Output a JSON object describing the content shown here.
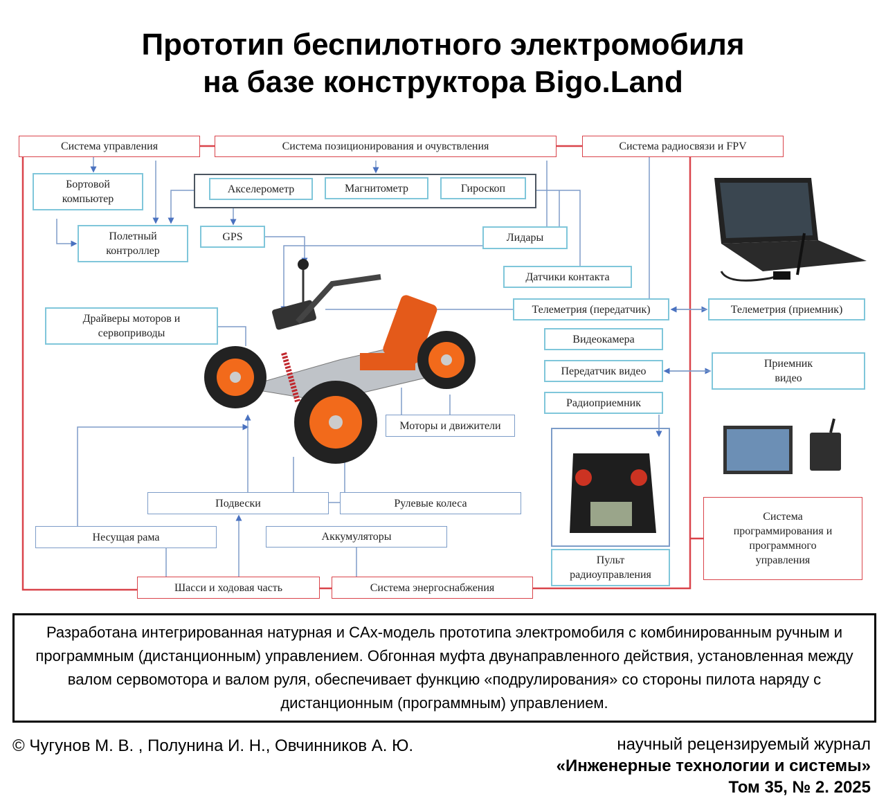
{
  "title": {
    "line1": "Прототип беспилотного электромобиля",
    "line2": "на базе конструктора Bigo.Land"
  },
  "diagram": {
    "control_system": "Система управления",
    "positioning_system": "Система позиционирования и очувствления",
    "radio_system": "Система радиосвязи и  FPV",
    "onboard_computer": "Бортовой компьютер",
    "accelerometer": "Акселерометр",
    "magnetometer": "Магнитометр",
    "gyroscope": "Гироскоп",
    "flight_controller": "Полетный контроллер",
    "gps": "GPS",
    "lidars": "Лидары",
    "contact_sensors": "Датчики контакта",
    "telemetry_tx": "Телеметрия (передатчик)",
    "telemetry_rx": "Телеметрия (приемник)",
    "motor_drivers": "Драйверы моторов и сервоприводы",
    "video_camera": "Видеокамера",
    "video_tx": "Передатчик видео",
    "video_rx": "Приемник видео",
    "radio_receiver": "Радиоприемник",
    "motors": "Моторы и движители",
    "remote_control": "Пульт радиоуправления",
    "programming_system": "Система программирования и программного управления",
    "suspensions": "Подвески",
    "steering_wheels": "Рулевые колеса",
    "frame": "Несущая рама",
    "batteries": "Аккумуляторы",
    "chassis": "Шасси и ходовая часть",
    "power_system": "Система энергоснабжения"
  },
  "abstract": "Разработана интегрированная натурная и CAx-модель прототипа электромобиля с комбинированным ручным и программным (дистанционным) управлением. Обгонная муфта двунаправленного действия, установленная между валом сервомотора и валом руля, обеспечивает функцию «подрулирования» со стороны пилота наряду с дистанционным (программным) управлением.",
  "footer": {
    "authors": "© Чугунов М. В. , Полунина И. Н., Овчинников А. Ю.",
    "journal_line1": "научный рецензируемый журнал",
    "journal_line2": "«Инженерные технологии и системы»",
    "issue": "Том 35, № 2. 2025"
  },
  "colors": {
    "red": "#d9434a",
    "cyan": "#7fc6da",
    "blue": "#7c9cc8",
    "orange": "#f26a1b"
  }
}
